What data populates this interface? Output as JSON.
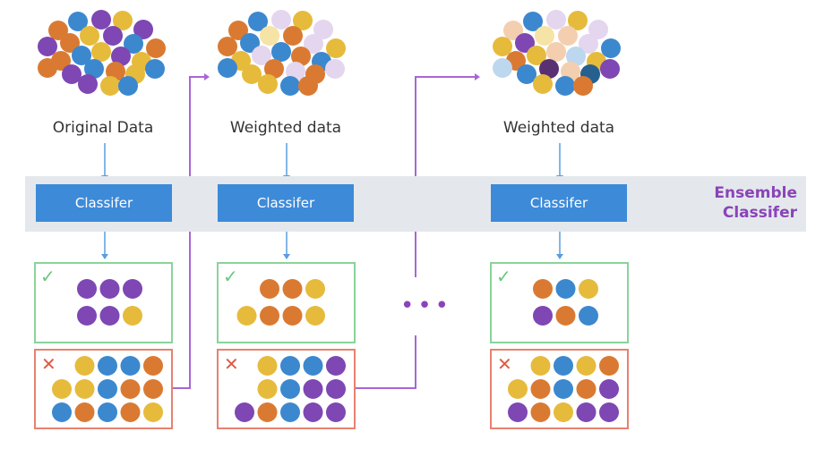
{
  "colors": {
    "purple": "#7e47b3",
    "yellow": "#e6bb3c",
    "blue": "#3b88cf",
    "orange": "#da7a32",
    "light_purple": "#e4d6ee",
    "light_yellow": "#f6e3a6",
    "light_orange": "#f3cfb0",
    "light_blue": "#bcd7ee",
    "dark_purple": "#593173",
    "dark_blue": "#26608f",
    "classifier_box": "#3d8ad8",
    "correct_border": "#8ad39a",
    "wrong_border": "#e8816f",
    "connector": "#a866d6",
    "arrow": "#5a9de0",
    "ensemble_text": "#8a44b8"
  },
  "icons": {
    "correct": "checkmark-icon",
    "wrong": "cross-icon"
  },
  "labels": {
    "original_data": "Original Data",
    "weighted_data_1": "Weighted data",
    "weighted_data_2": "Weighted data",
    "classifier_1": "Classifer",
    "classifier_2": "Classifer",
    "classifier_3": "Classifer",
    "ensemble_line1": "Ensemble",
    "ensemble_line2": "Classifer",
    "check": "✓",
    "cross": "✕",
    "ellipsis": "•••"
  },
  "stages": [
    {
      "correct": [
        [
          "purple",
          "purple",
          "purple"
        ],
        [
          "purple",
          "purple",
          "yellow"
        ]
      ],
      "wrong": [
        [
          "yellow",
          "blue",
          "blue",
          "orange"
        ],
        [
          "yellow",
          "yellow",
          "blue",
          "orange",
          "orange"
        ],
        [
          "blue",
          "orange",
          "blue",
          "orange",
          "yellow"
        ]
      ]
    },
    {
      "correct": [
        [
          "orange",
          "orange",
          "yellow"
        ],
        [
          "yellow",
          "orange",
          "orange",
          "yellow"
        ]
      ],
      "wrong": [
        [
          "yellow",
          "blue",
          "blue",
          "purple"
        ],
        [
          "yellow",
          "blue",
          "purple",
          "purple"
        ],
        [
          "purple",
          "orange",
          "blue",
          "purple",
          "purple"
        ]
      ]
    },
    {
      "correct": [
        [
          "orange",
          "blue",
          "yellow"
        ],
        [
          "purple",
          "orange",
          "blue"
        ]
      ],
      "wrong": [
        [
          "yellow",
          "blue",
          "yellow",
          "orange"
        ],
        [
          "yellow",
          "orange",
          "blue",
          "orange",
          "purple"
        ],
        [
          "purple",
          "orange",
          "yellow",
          "purple",
          "purple"
        ]
      ]
    }
  ],
  "clusters": [
    [
      "purple",
      "blue",
      "yellow",
      "orange",
      "purple",
      "yellow",
      "purple",
      "orange",
      "blue",
      "purple",
      "orange",
      "yellow",
      "blue",
      "purple",
      "orange",
      "yellow",
      "blue",
      "orange",
      "purple",
      "yellow",
      "orange",
      "blue",
      "purple",
      "yellow",
      "blue"
    ],
    [
      "light_purple",
      "blue",
      "yellow",
      "orange",
      "light_purple",
      "light_yellow",
      "orange",
      "blue",
      "light_purple",
      "orange",
      "yellow",
      "blue",
      "light_purple",
      "orange",
      "yellow",
      "blue",
      "orange",
      "light_purple",
      "yellow",
      "orange",
      "blue",
      "light_purple",
      "yellow",
      "blue",
      "orange"
    ],
    [
      "light_purple",
      "blue",
      "yellow",
      "light_orange",
      "light_purple",
      "light_yellow",
      "light_orange",
      "purple",
      "light_purple",
      "yellow",
      "blue",
      "light_orange",
      "yellow",
      "light_blue",
      "orange",
      "yellow",
      "dark_purple",
      "light_orange",
      "blue",
      "dark_blue",
      "light_blue",
      "purple",
      "yellow",
      "blue",
      "orange"
    ]
  ]
}
